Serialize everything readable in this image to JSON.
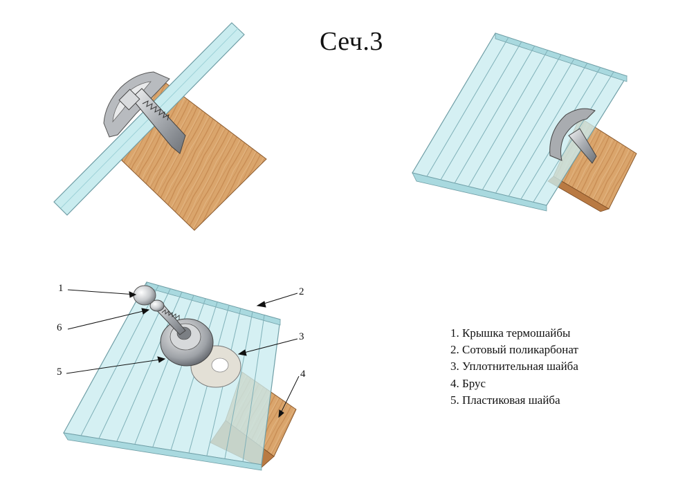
{
  "title": "Сеч.3",
  "callouts": [
    "1",
    "2",
    "3",
    "4",
    "5",
    "6"
  ],
  "legend": [
    "1. Крышка термошайбы",
    "2. Сотовый поликарбонат",
    "3. Уплотнительная шайба",
    "4. Брус",
    "5. Пластиковая шайба"
  ],
  "colors": {
    "polycarbonate": "#c9ecef",
    "polycarbonate_edge": "#7fb0b8",
    "wood": "#d9a36a",
    "wood_dark": "#b97a43",
    "metal": "#a9acb0",
    "gasket": "#e6e3da"
  }
}
